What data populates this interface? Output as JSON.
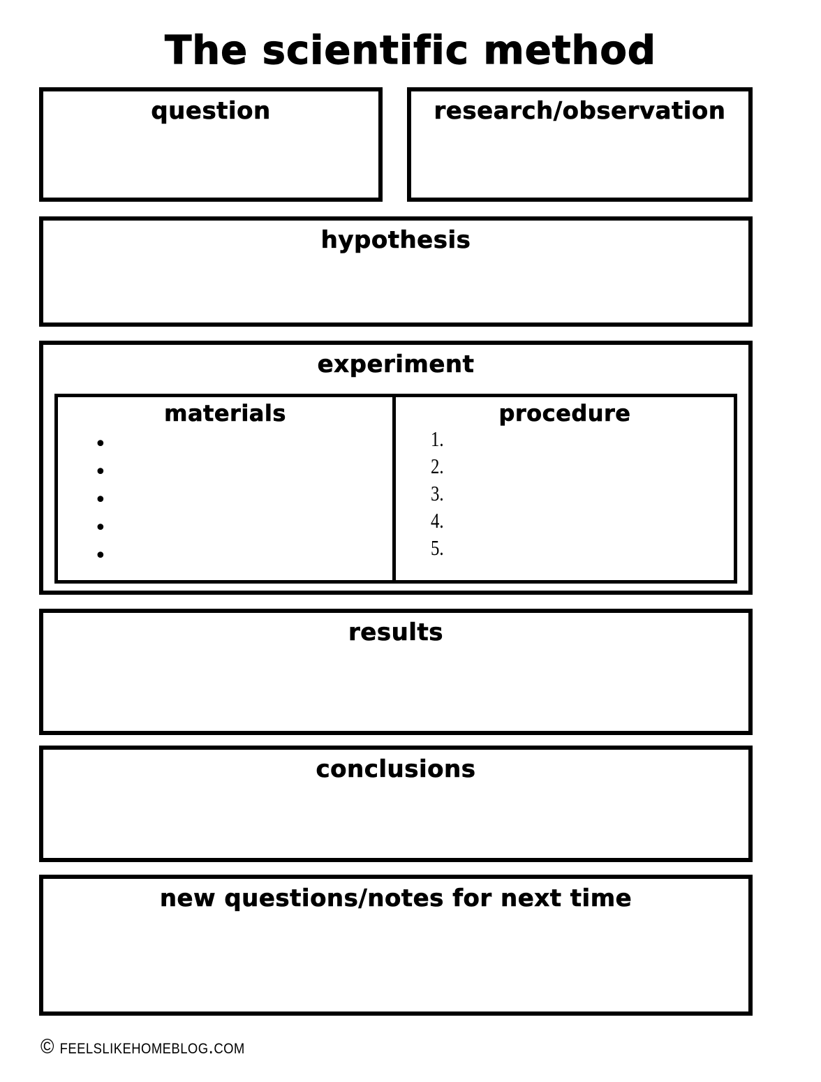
{
  "title": "The scientific method",
  "colors": {
    "ink": "#000000",
    "paper": "#ffffff"
  },
  "sections": {
    "question": {
      "label": "question"
    },
    "research_observation": {
      "label": "research/observation"
    },
    "hypothesis": {
      "label": "hypothesis"
    },
    "experiment": {
      "label": "experiment",
      "materials": {
        "label": "materials",
        "bullet": "•",
        "bullet_count": 5
      },
      "procedure": {
        "label": "procedure",
        "steps": [
          "1.",
          "2.",
          "3.",
          "4.",
          "5."
        ]
      }
    },
    "results": {
      "label": "results"
    },
    "conclusions": {
      "label": "conclusions"
    },
    "new_questions": {
      "label": "new questions/notes for next time"
    }
  },
  "footer": {
    "copyright": "© feelslikehomeblog.com"
  }
}
